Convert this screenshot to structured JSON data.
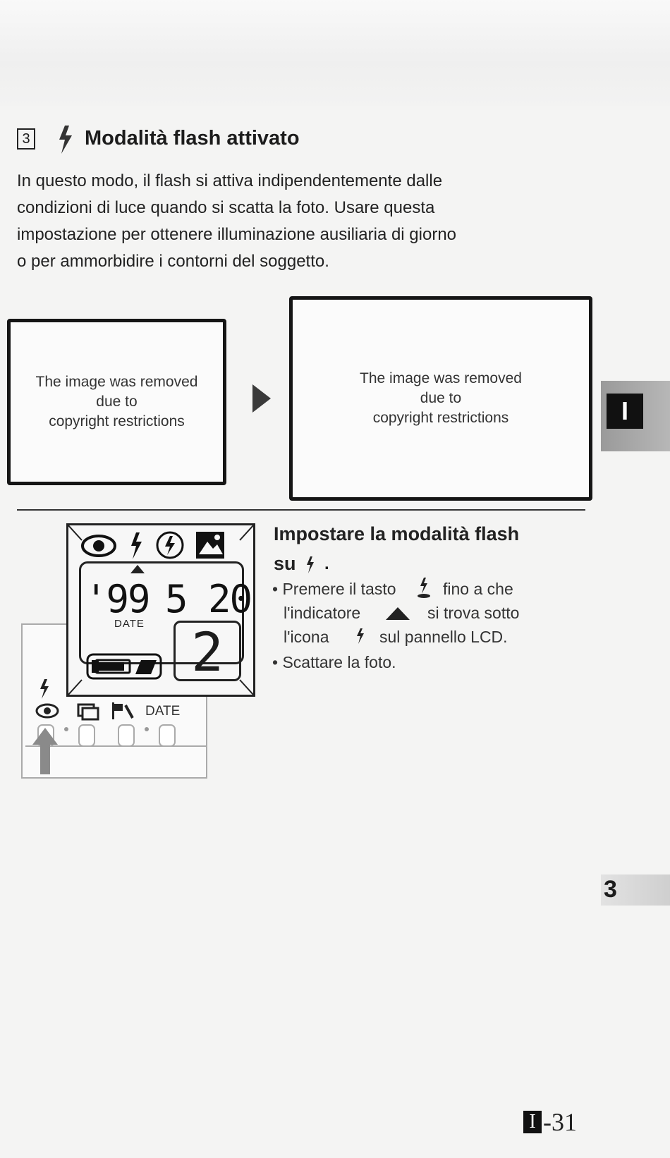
{
  "heading": {
    "section_number": "3",
    "title": "Modalità flash attivato"
  },
  "intro_lines": [
    "In questo modo, il flash si attiva indipendentemente dalle",
    "condizioni di luce quando si scatta la foto. Usare questa",
    "impostazione per ottenere illuminazione ausiliaria di giorno",
    "o per ammorbidire i contorni del soggetto."
  ],
  "photo_before": {
    "lines": [
      "The image was removed",
      "due to",
      "copyright restrictions"
    ]
  },
  "photo_after": {
    "lines": [
      "The image was removed",
      "due to",
      "copyright restrictions"
    ]
  },
  "lcd": {
    "year": "'99",
    "date": "5 20",
    "date_label": "DATE",
    "counter": "2"
  },
  "camera_buttons": {
    "date_label": "DATE"
  },
  "instructions": {
    "title": "Impostare la modalità flash",
    "title_su": "su",
    "bullet1_a": "• Premere il tasto",
    "bullet1_b": "fino a che",
    "bullet1_c": "l'indicatore",
    "bullet1_d": "si trova sotto",
    "bullet1_e": "l'icona",
    "bullet1_f": "sul pannello LCD.",
    "bullet2": "• Scattare la foto."
  },
  "side_tab": {
    "letter": "I"
  },
  "chapter": {
    "number": "3"
  },
  "page": {
    "letter": "I",
    "number": "-31"
  }
}
